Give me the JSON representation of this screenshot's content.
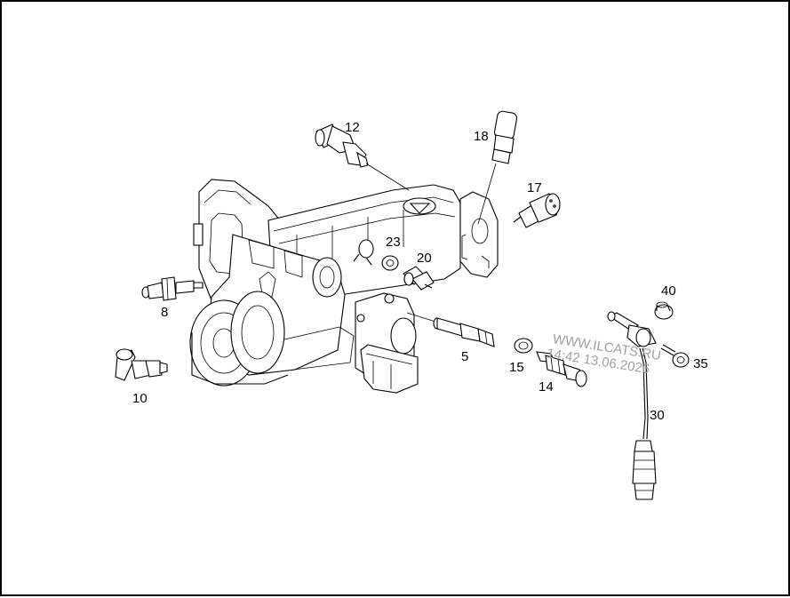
{
  "labels": {
    "p12": "12",
    "p18": "18",
    "p17": "17",
    "p23": "23",
    "p20": "20",
    "p8": "8",
    "p40": "40",
    "p5": "5",
    "p15": "15",
    "p14": "14",
    "p35": "35",
    "p10": "10",
    "p30": "30"
  },
  "watermark": {
    "site": "WWW.ILCATS.RU",
    "timestamp": "14:42 13.06.2026"
  },
  "colors": {
    "line": "#000000",
    "background": "#ffffff",
    "watermark": "#a0a0a0"
  }
}
